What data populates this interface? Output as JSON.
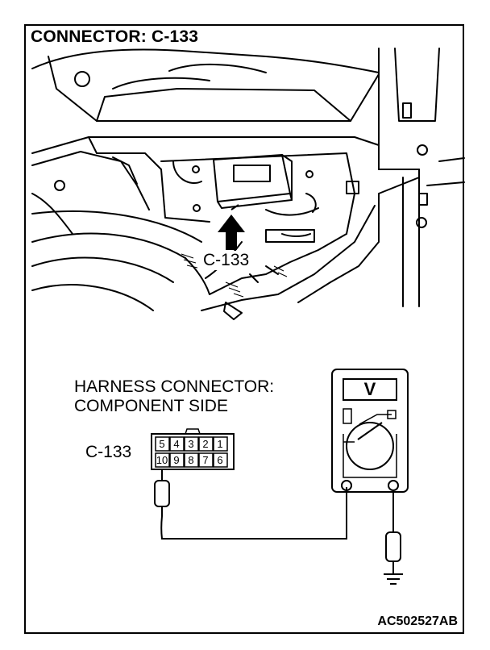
{
  "title": "CONNECTOR: C-133",
  "callout_label": "C-133",
  "harness_connector": {
    "line1": "HARNESS CONNECTOR:",
    "line2": "COMPONENT SIDE"
  },
  "connector_label": "C-133",
  "connector_pins": {
    "top_row": [
      "5",
      "4",
      "3",
      "2",
      "1"
    ],
    "bottom_row": [
      "10",
      "9",
      "8",
      "7",
      "6"
    ]
  },
  "meter_mode": "V",
  "reference_code": "AC502527AB"
}
